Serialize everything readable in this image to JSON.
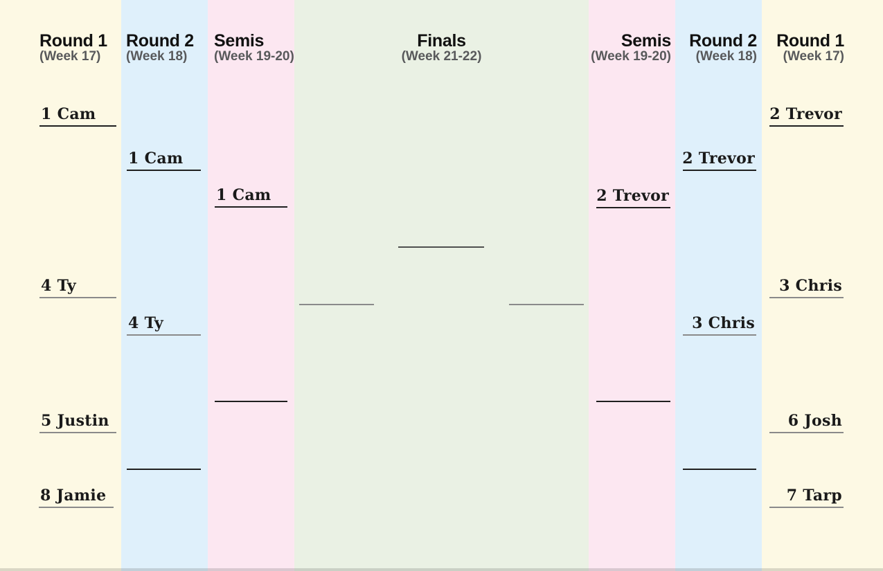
{
  "bracket": {
    "columns": [
      {
        "id": "l_r1",
        "title": "Round 1",
        "subtitle": "(Week 17)"
      },
      {
        "id": "l_r2",
        "title": "Round 2",
        "subtitle": "(Week 18)"
      },
      {
        "id": "l_semis",
        "title": "Semis",
        "subtitle": "(Week 19-20)"
      },
      {
        "id": "finals",
        "title": "Finals",
        "subtitle": "(Week 21-22)"
      },
      {
        "id": "r_semis",
        "title": "Semis",
        "subtitle": "(Week 19-20)"
      },
      {
        "id": "r_r2",
        "title": "Round 2",
        "subtitle": "(Week 18)"
      },
      {
        "id": "r_r1",
        "title": "Round 1",
        "subtitle": "(Week 17)"
      }
    ],
    "slots": {
      "l_r1": [
        "1 Cam",
        "4 Ty",
        "5 Justin",
        "8 Jamie"
      ],
      "l_r2": [
        "1 Cam",
        "4 Ty",
        ""
      ],
      "l_semis": [
        "1 Cam",
        ""
      ],
      "finals": {
        "left_finalist": "",
        "champion": "",
        "right_finalist": ""
      },
      "r_semis": [
        "2 Trevor",
        ""
      ],
      "r_r2": [
        "2 Trevor",
        "3 Chris",
        ""
      ],
      "r_r1": [
        "2 Trevor",
        "3 Chris",
        "6 Josh",
        "7 Tarp"
      ]
    }
  },
  "colors": {
    "cream": "#FDF9E4",
    "blue": "#DFF0FB",
    "pink": "#FCE7F1",
    "green": "#EAF1E4",
    "line_dark": "#1F1F1F",
    "line_gray": "#8A8A8A",
    "line_mid": "#4F4F4F",
    "title_text": "#111111",
    "subtitle_text": "#58595B",
    "name_text": "#1A1A1A"
  }
}
